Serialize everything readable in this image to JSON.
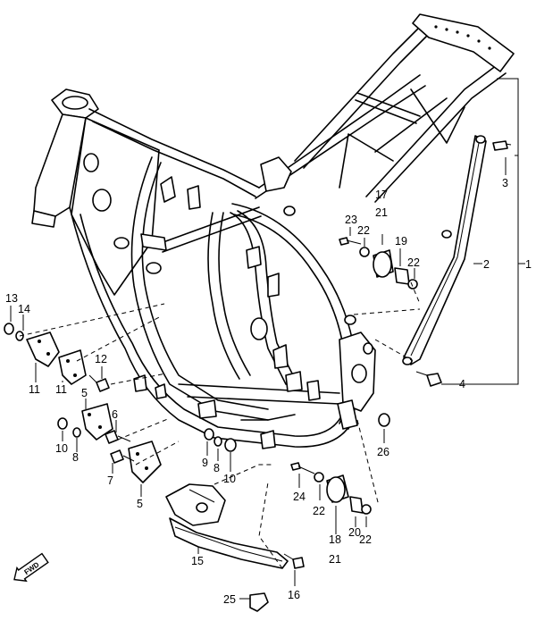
{
  "callouts": {
    "c1": "1",
    "c2": "2",
    "c3": "3",
    "c4": "4",
    "c5a": "5",
    "c5b": "5",
    "c6": "6",
    "c7": "7",
    "c8a": "8",
    "c8b": "8",
    "c9": "9",
    "c10a": "10",
    "c10b": "10",
    "c11a": "11",
    "c11b": "11",
    "c12": "12",
    "c13": "13",
    "c14": "14",
    "c15": "15",
    "c16": "16",
    "c17": "17",
    "c18": "18",
    "c19": "19",
    "c20": "20",
    "c21a": "21",
    "c21b": "21",
    "c22a": "22",
    "c22b": "22",
    "c22c": "22",
    "c22d": "22",
    "c23": "23",
    "c24": "24",
    "c25": "25",
    "c26": "26"
  },
  "fwd_badge": "FWD"
}
